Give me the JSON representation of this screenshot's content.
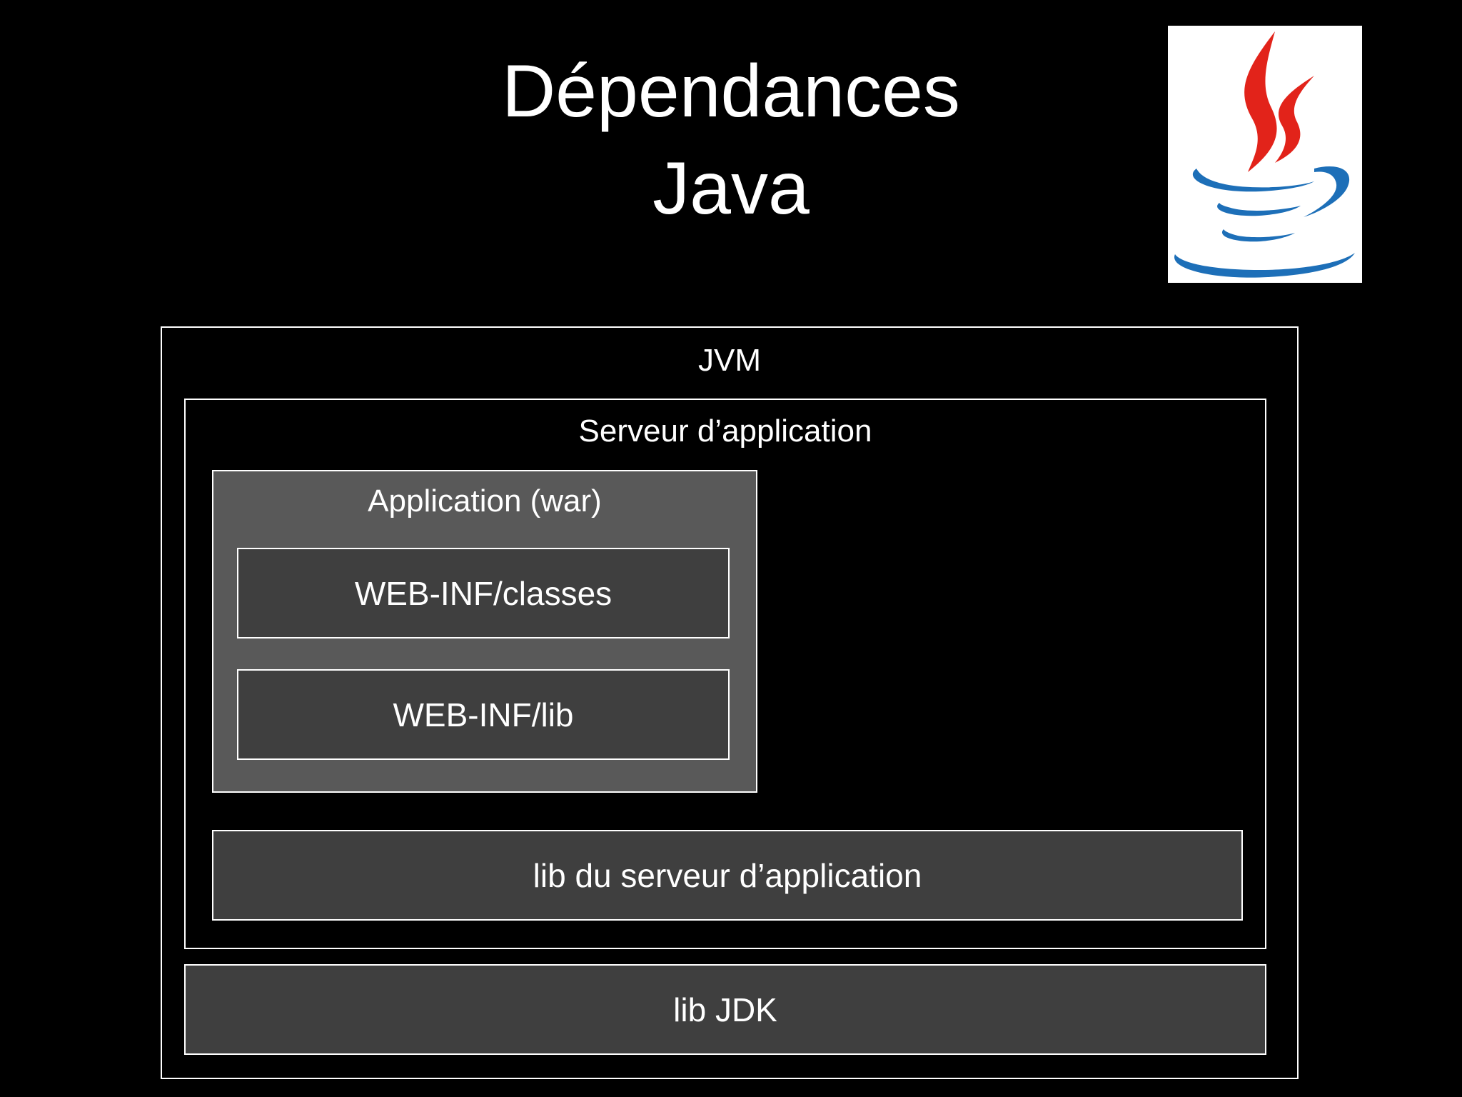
{
  "title": {
    "line1": "Dépendances",
    "line2": "Java"
  },
  "logo": {
    "icon": "java-coffee-cup-logo",
    "colors": {
      "steam": "#e2231a",
      "cup": "#1d6fb8"
    }
  },
  "diagram": {
    "jvm": "JVM",
    "server": "Serveur d’application",
    "application": "Application (war)",
    "classes": "WEB-INF/classes",
    "webinf_lib": "WEB-INF/lib",
    "server_lib": "lib du serveur d’application",
    "jdk_lib": "lib JDK"
  },
  "colors": {
    "background": "#000000",
    "application_fill": "#595959",
    "inner_box_fill": "#3f3f3f",
    "border": "#ffffff"
  }
}
